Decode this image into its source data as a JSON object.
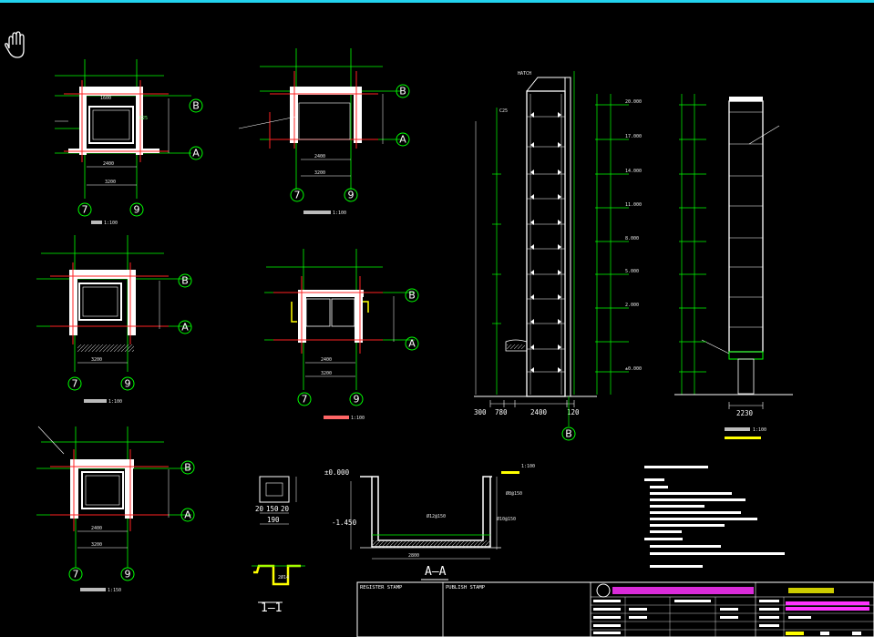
{
  "colors": {
    "background": "#000000",
    "window_top_border": "#22d3ee",
    "grid_lines": "#00ff00",
    "walls": "#ff2222",
    "structure": "#ffffff",
    "axis_bubble": "#00ff00",
    "title_block_accent": "#ff33ff",
    "annotation": "#ffff00"
  },
  "cursor": {
    "icon": "pan-hand-icon"
  },
  "axis_labels": {
    "A": "A",
    "B": "B",
    "c7": "7",
    "c9": "9"
  },
  "plan_titles": {
    "plan1": "1:100",
    "plan2": "1:100",
    "plan3": "1:100",
    "plan4": "1:100",
    "plan5": "1:150"
  },
  "elevation": {
    "dims": [
      "300",
      "780",
      "2400",
      "120"
    ],
    "axis": "B",
    "right_dim": "2230",
    "right_title": "1:100"
  },
  "section_aa": {
    "title": "A—A",
    "level_top": "±0.000",
    "level_bottom": "-1.450",
    "scale": "1:100"
  },
  "section_11": {
    "title": "1—1",
    "dims": [
      "20",
      "150",
      "20",
      "190"
    ]
  },
  "title_block": {
    "register_stamp": "REGISTER STAMP",
    "publish_stamp": "PUBLISH STAMP"
  }
}
